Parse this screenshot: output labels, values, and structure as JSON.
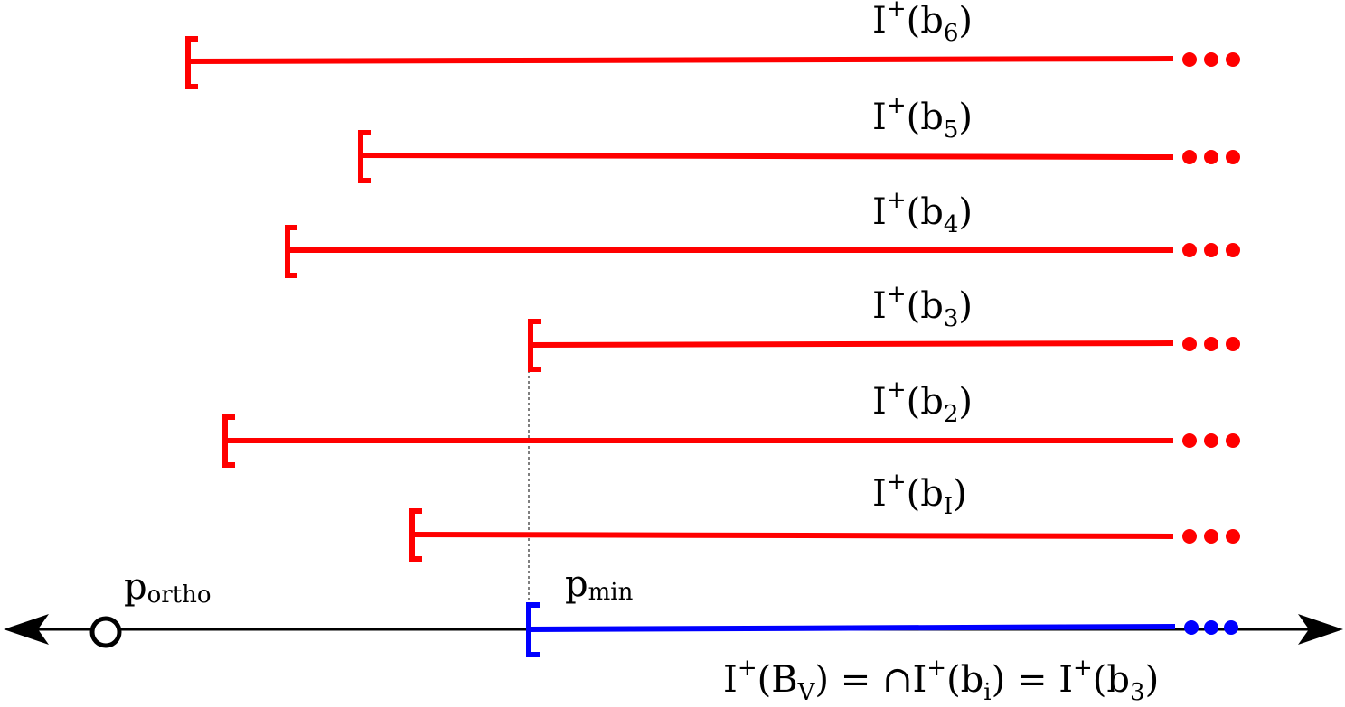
{
  "colors": {
    "interval": "#ff0000",
    "result": "#0000ff",
    "axis": "#000000",
    "guide": "#7f7f7f"
  },
  "intervals": [
    {
      "main": "I",
      "sup": "+",
      "open": "(b",
      "sub": "6",
      "close": ")"
    },
    {
      "main": "I",
      "sup": "+",
      "open": "(b",
      "sub": "5",
      "close": ")"
    },
    {
      "main": "I",
      "sup": "+",
      "open": "(b",
      "sub": "4",
      "close": ")"
    },
    {
      "main": "I",
      "sup": "+",
      "open": "(b",
      "sub": "3",
      "close": ")"
    },
    {
      "main": "I",
      "sup": "+",
      "open": "(b",
      "sub": "2",
      "close": ")"
    },
    {
      "main": "I",
      "sup": "+",
      "open": "(b",
      "sub": "I",
      "close": ")"
    }
  ],
  "axis": {
    "p_ortho": {
      "main": "p",
      "sub": "ortho"
    },
    "p_min": {
      "main": "p",
      "sub": "min"
    }
  },
  "equation": {
    "t1_main": "I",
    "t1_sup": "+",
    "t1_open": "(B",
    "t1_sub": "V",
    "t1_close": ")",
    "eq1": " = ∩",
    "t2_main": "I",
    "t2_sup": "+",
    "t2_open": "(b",
    "t2_sub": "i",
    "t2_close": ")",
    "eq2": " = ",
    "t3_main": "I",
    "t3_sup": "+",
    "t3_open": "(b",
    "t3_sub": "3",
    "t3_close": ")"
  }
}
